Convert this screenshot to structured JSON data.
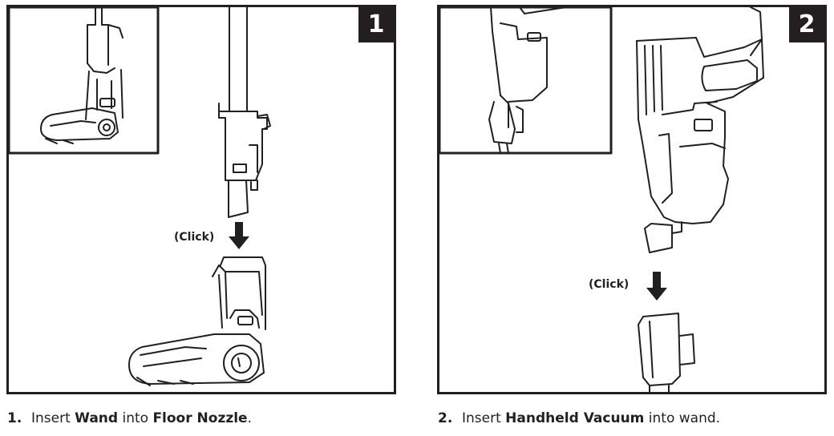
{
  "step1": {
    "badge": "1",
    "click_label": "(Click)",
    "caption": {
      "number": "1.",
      "t1": "Insert ",
      "b1": "Wand",
      "t2": " into ",
      "b2": "Floor Nozzle",
      "t3": "."
    }
  },
  "step2": {
    "badge": "2",
    "click_label": "(Click)",
    "caption": {
      "number": "2.",
      "t1": "Insert ",
      "b1": "Handheld Vacuum",
      "t2": " into wand."
    }
  },
  "colors": {
    "ink": "#231f20",
    "paper": "#ffffff"
  }
}
